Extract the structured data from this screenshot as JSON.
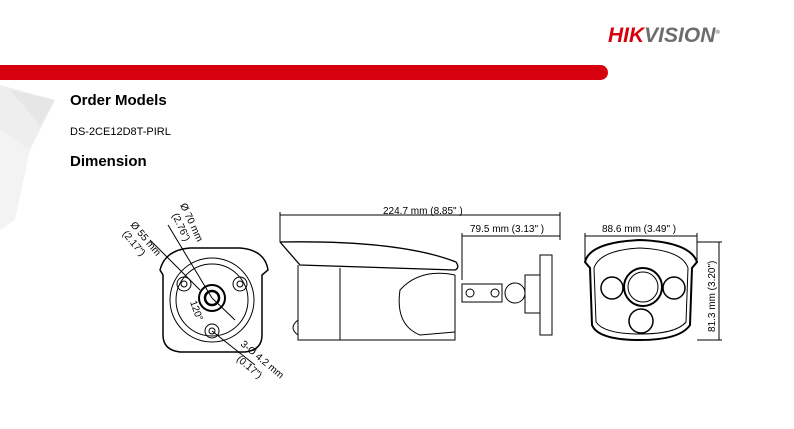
{
  "brand": {
    "part1": "HIK",
    "part2": "VISION",
    "mark": "®",
    "red": "#d7000f",
    "gray": "#6d6d6d"
  },
  "sections": {
    "order_models_title": "Order Models",
    "model_number": "DS-2CE12D8T-PIRL",
    "dimension_title": "Dimension"
  },
  "dimensions": {
    "front": {
      "d70_mm": "Ø 70 mm",
      "d70_in": "(2.76\")",
      "d55_mm": "Ø 55 mm",
      "d55_in": "(2.17\")",
      "angle": "120°",
      "holes_mm": "3-Ø 4.2 mm",
      "holes_in": "(0.17\")"
    },
    "side": {
      "length": "224.7 mm (8.85\" )",
      "bracket": "79.5 mm (3.13\" )"
    },
    "rear": {
      "width": "88.6 mm (3.49\" )",
      "height": "81.3 mm (3.20\")"
    }
  }
}
